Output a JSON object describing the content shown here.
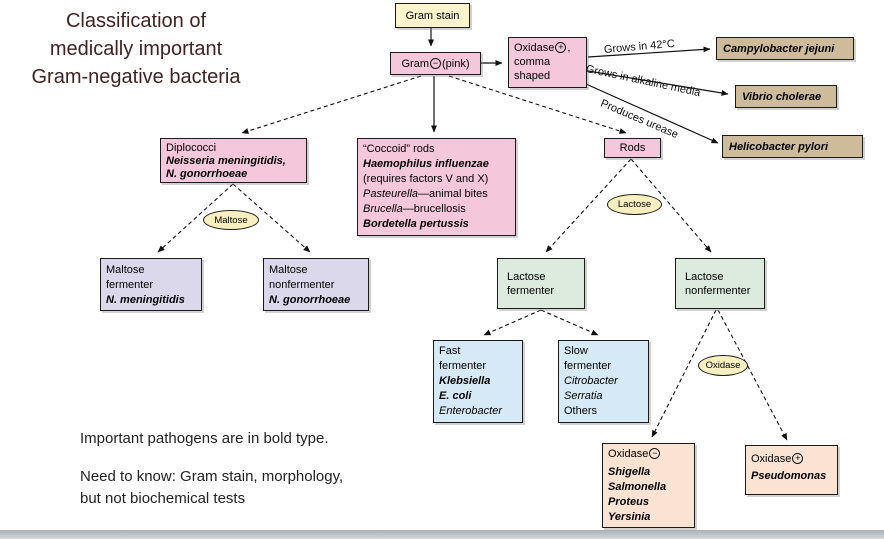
{
  "title": "Classification of\nmedically important\nGram-negative bacteria",
  "nodes": {
    "gram_stain": {
      "label": "Gram stain"
    },
    "gram_neg": {
      "pre": "Gram",
      "sign": "−",
      "post": "(pink)"
    },
    "oxidase_comma": {
      "line1_pre": "Oxidase",
      "line1_sign": "+",
      "line1_post": ",",
      "line2": "comma",
      "line3": "shaped"
    },
    "campylobacter": {
      "label": "Campylobacter jejuni"
    },
    "vibrio": {
      "label": "Vibrio cholerae"
    },
    "helicobacter": {
      "label": "Helicobacter pylori"
    },
    "diplococci": {
      "line1": "Diplococci",
      "line2": "Neisseria meningitidis,",
      "line3": "N. gonorrhoeae"
    },
    "coccoid_rods": {
      "line1": "“Coccoid” rods",
      "line2": "Haemophilus influenzae",
      "line3": "(requires factors V and X)",
      "line4_italic": "Pasteurella",
      "line4_rest": "—animal bites",
      "line5_italic": "Brucella",
      "line5_rest": "—brucellosis",
      "line6": "Bordetella pertussis"
    },
    "rods": {
      "label": "Rods"
    },
    "maltose_fermenter": {
      "line1": "Maltose",
      "line2": "fermenter",
      "line3": "N. meningitidis"
    },
    "maltose_nonfermenter": {
      "line1": "Maltose",
      "line2": "nonfermenter",
      "line3": "N. gonorrhoeae"
    },
    "lactose_fermenter": {
      "line1": "Lactose",
      "line2": "fermenter"
    },
    "lactose_nonfermenter": {
      "line1": "Lactose",
      "line2": "nonfermenter"
    },
    "fast_fermenter": {
      "line1": "Fast",
      "line2": "fermenter",
      "line3": "Klebsiella",
      "line4": "E. coli",
      "line5": "Enterobacter"
    },
    "slow_fermenter": {
      "line1": "Slow",
      "line2": "fermenter",
      "line3": "Citrobacter",
      "line4": "Serratia",
      "line5": "Others"
    },
    "oxidase_neg": {
      "line1_pre": "Oxidase",
      "sign": "−",
      "line2": "Shigella",
      "line3": "Salmonella",
      "line4": "Proteus",
      "line5": "Yersinia"
    },
    "oxidase_pos": {
      "line1_pre": "Oxidase",
      "sign": "+",
      "line2": "Pseudomonas"
    }
  },
  "ovals": {
    "maltose": "Maltose",
    "lactose": "Lactose",
    "oxidase": "Oxidase"
  },
  "edge_labels": {
    "grows_42": "Grows in 42°C",
    "alkaline": "Grows in alkaline media",
    "urease": "Produces urease"
  },
  "notes": {
    "line1": "Important pathogens are in bold type.",
    "line2": "Need to know: Gram stain, morphology,",
    "line3": "but not biochemical tests"
  },
  "colors": {
    "pink": "#f4c8da",
    "cream": "#fbf4cd",
    "tan": "#cdbb9a",
    "lavender": "#dcd8ec",
    "green": "#dcebdd",
    "blue": "#d6e9f7",
    "peach": "#fae3d2",
    "oval_yellow": "#f7efbf",
    "title_text": "#402424",
    "line": "#111111"
  }
}
